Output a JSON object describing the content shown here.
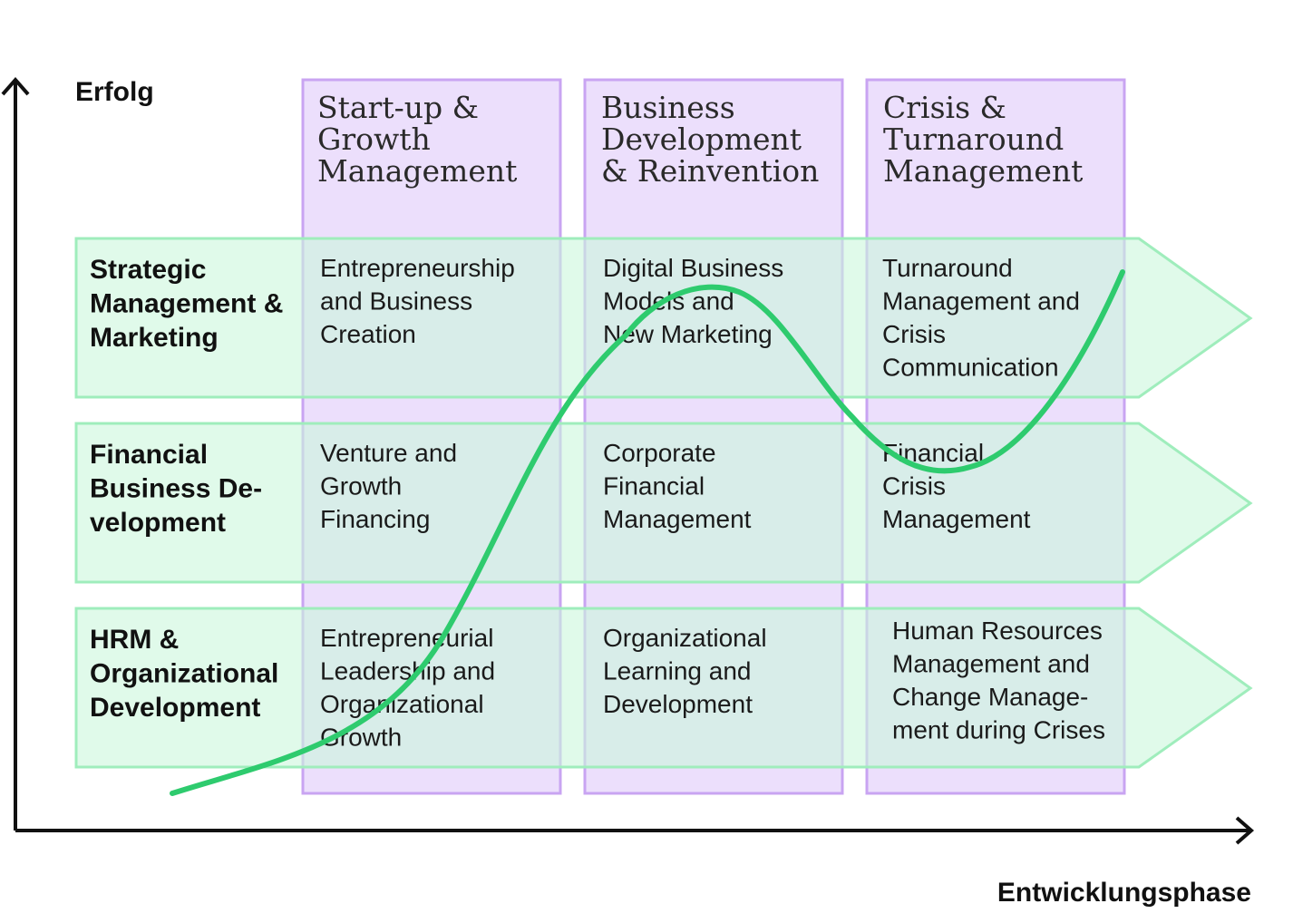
{
  "axes": {
    "y_label": "Erfolg",
    "x_label": "Entwicklungsphase"
  },
  "columns": [
    {
      "title": [
        "Start-up &",
        "Growth",
        "Management"
      ]
    },
    {
      "title": [
        "Business",
        "Development",
        "& Reinvention"
      ]
    },
    {
      "title": [
        "Crisis &",
        "Turnaround",
        "Management"
      ]
    }
  ],
  "rows": [
    {
      "label": [
        "Strategic",
        "Management &",
        "Marketing"
      ],
      "cells": [
        [
          "Entrepreneurship",
          "and Business",
          "Creation"
        ],
        [
          "Digital Business",
          "Models and",
          "New Marketing"
        ],
        [
          "Turnaround",
          "Management and",
          "Crisis",
          "Communication"
        ]
      ]
    },
    {
      "label": [
        "Financial",
        "Business De-",
        "velopment"
      ],
      "cells": [
        [
          "Venture and",
          "Growth",
          "Financing"
        ],
        [
          "Corporate",
          "Financial",
          "Management"
        ],
        [
          "Financial",
          "Crisis",
          "Management"
        ]
      ]
    },
    {
      "label": [
        "HRM &",
        "Organizational",
        "Development"
      ],
      "cells": [
        [
          "Entrepreneurial",
          "Leadership and",
          "Organizational",
          "Growth"
        ],
        [
          "Organizational",
          "Learning and",
          "Development"
        ],
        [
          "Human Resources",
          "Management and",
          "Change Manage-",
          "ment during Crises"
        ]
      ]
    }
  ],
  "colors": {
    "column_fill": "#ecdffc",
    "column_stroke": "#c9a4f2",
    "row_fill": "#ccf7dc",
    "row_stroke": "#9fedbc",
    "curve": "#2ecb6e",
    "axis": "#111111"
  }
}
